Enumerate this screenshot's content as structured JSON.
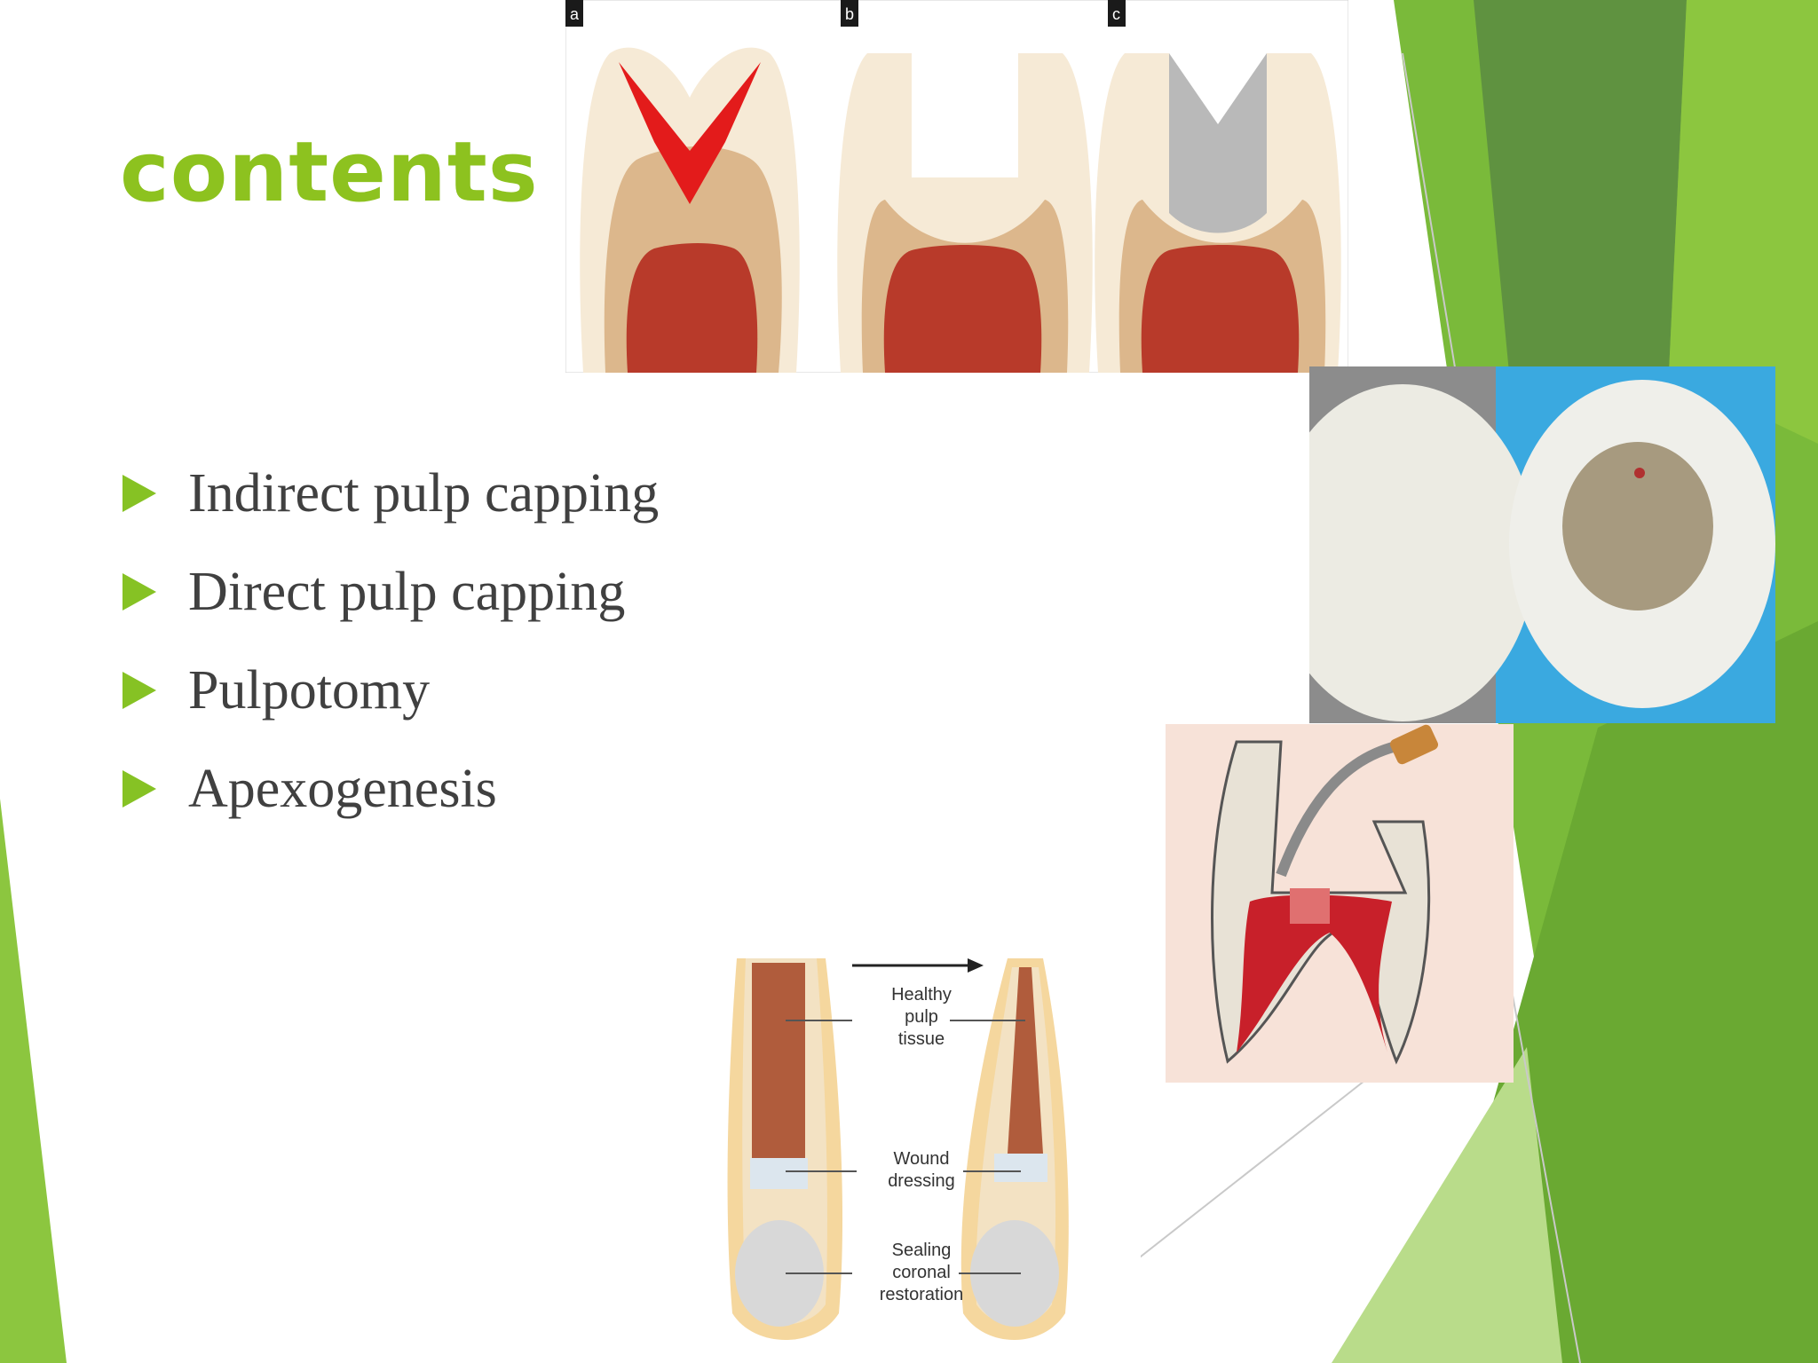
{
  "slide": {
    "title": "contents",
    "bullets": [
      "Indirect pulp capping",
      "Direct pulp capping",
      "Pulpotomy",
      "Apexogenesis"
    ]
  },
  "figures": {
    "stages_panel": {
      "labels": [
        "a",
        "b",
        "c"
      ]
    },
    "pulpotomy_diagram": {
      "labels": [
        "Healthy",
        "pulp",
        "tissue",
        "Wound",
        "dressing",
        "Sealing",
        "coronal",
        "restoration"
      ]
    }
  },
  "colors": {
    "title": "#8dc21f",
    "bullet_arrow": "#86c224",
    "body_text": "#404040",
    "theme_green": "#7ab648",
    "theme_dark_green": "#5e8f3b"
  }
}
